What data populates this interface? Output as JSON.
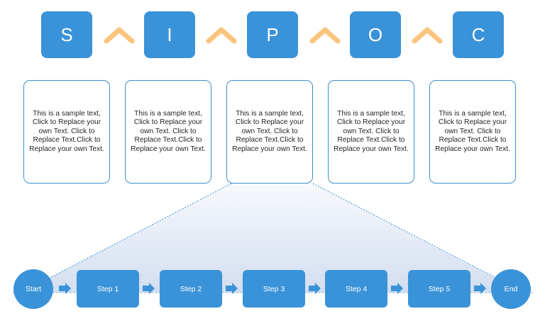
{
  "sipoc": {
    "letters": [
      "S",
      "I",
      "P",
      "O",
      "C"
    ]
  },
  "cards": [
    "This is a sample text, Click to Replace your own Text. Click to Replace Text.Click to Replace your own Text.",
    "This is a sample text, Click to Replace your own Text. Click to Replace Text.Click to Replace your own Text.",
    "This is a sample text, Click to Replace your own Text. Click to Replace Text.Click to Replace your own Text.",
    "This is a sample text, Click to Replace your own Text. Click to Replace Text.Click to Replace your own Text.",
    "This is a sample text, Click to Replace your own Text. Click to Replace Text.Click to Replace your own Text."
  ],
  "flow": {
    "start": "Start",
    "steps": [
      "Step 1",
      "Step 2",
      "Step 3",
      "Step 4",
      "Step 5"
    ],
    "end": "End"
  },
  "colors": {
    "accent": "#3a93d8",
    "caret": "#fcc47e",
    "band": "#dce6f2"
  }
}
